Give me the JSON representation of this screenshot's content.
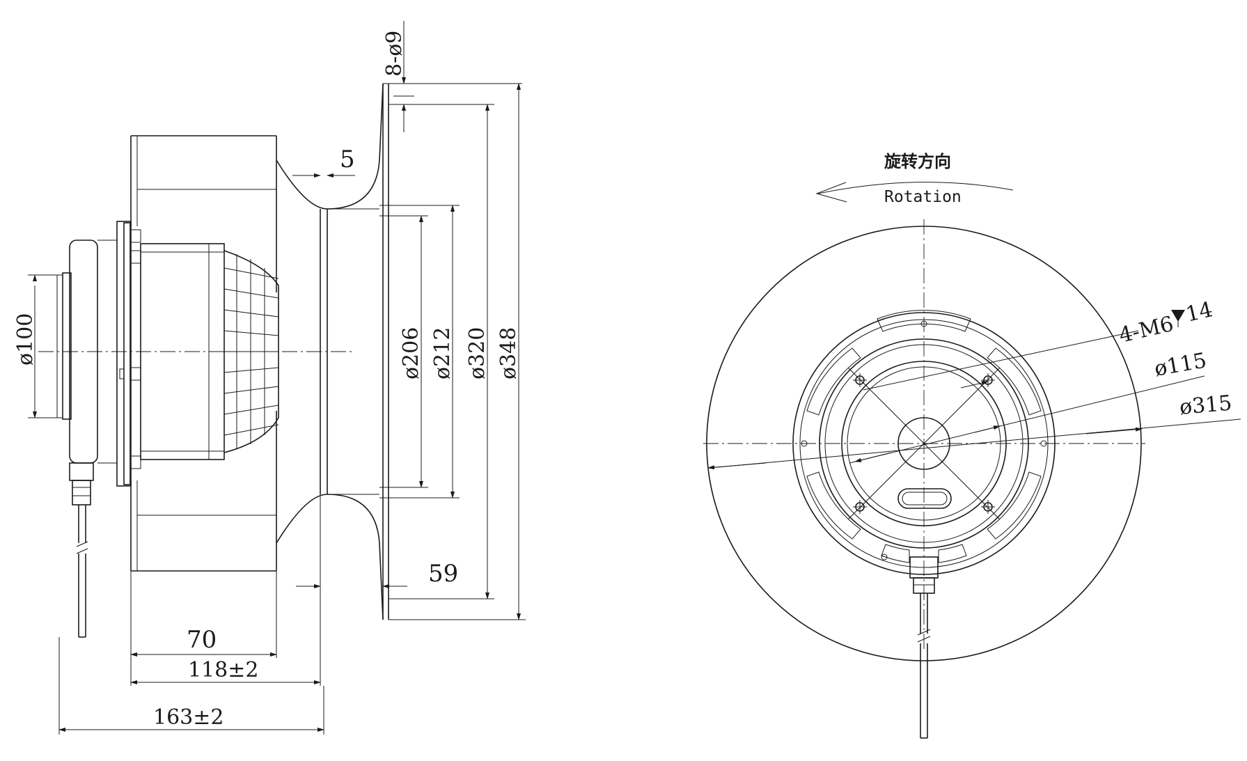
{
  "side_view": {
    "dim_bolt_holes": "8-ø9",
    "dim_flange_offset": "5",
    "dim_motor_dia": "ø100",
    "dim_inlet_dia": "ø206",
    "dim_inlet_outer_dia": "ø212",
    "dim_outer_dia": "ø320",
    "dim_flange_dia": "ø348",
    "dim_inlet_depth": "59",
    "dim_impeller_height": "70",
    "dim_impeller_width": "118±2",
    "dim_total_length": "163±2"
  },
  "front_view": {
    "rotation_cn": "旋转方向",
    "rotation_en": "Rotation",
    "dim_mount_threads": "4-M6",
    "dim_mount_depth": "14",
    "dim_bolt_circle": "ø115",
    "dim_impeller_dia": "ø315"
  }
}
